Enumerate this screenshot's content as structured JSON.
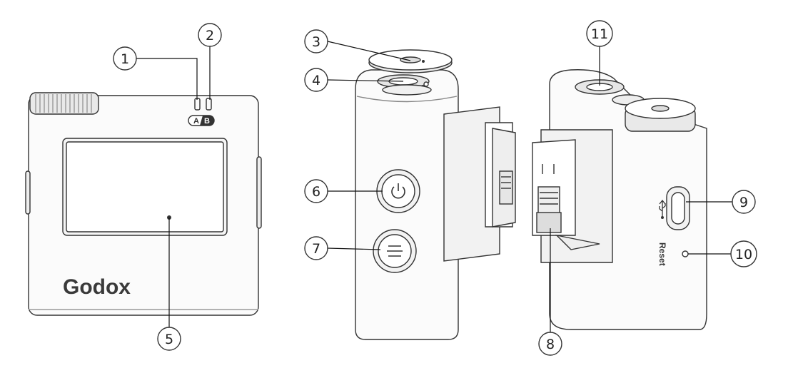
{
  "brand": {
    "logo_text": "Godox"
  },
  "channel_marks": {
    "a": "A",
    "b": "B"
  },
  "port_label": "Reset",
  "callouts": [
    {
      "id": "1",
      "text": "1"
    },
    {
      "id": "2",
      "text": "2"
    },
    {
      "id": "3",
      "text": "3"
    },
    {
      "id": "4",
      "text": "4"
    },
    {
      "id": "5",
      "text": "5"
    },
    {
      "id": "6",
      "text": "6"
    },
    {
      "id": "7",
      "text": "7"
    },
    {
      "id": "8",
      "text": "8"
    },
    {
      "id": "9",
      "text": "9"
    },
    {
      "id": "10",
      "text": "10"
    },
    {
      "id": "11",
      "text": "11"
    }
  ],
  "colors": {
    "stroke": "#333333",
    "fill": "#ffffff",
    "body_tint": "#f7f7f7"
  }
}
